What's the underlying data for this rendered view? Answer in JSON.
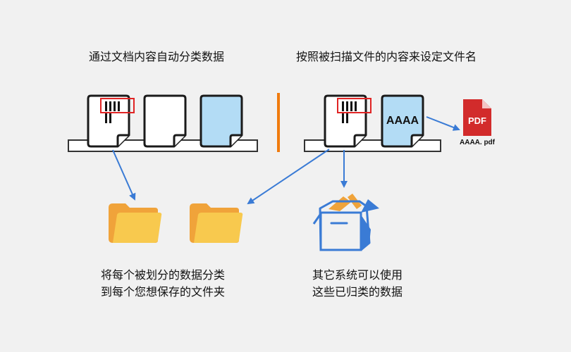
{
  "left_section": {
    "title": "通过文档内容自动分类数据",
    "documents": [
      {
        "type": "barcode",
        "fill": "#ffffff"
      },
      {
        "type": "blank",
        "fill": "#ffffff"
      },
      {
        "type": "blank",
        "fill": "#b3dcf5"
      }
    ],
    "caption_lines": [
      "将每个被划分的数据分类",
      "到每个您想保存的文件夹"
    ]
  },
  "right_section": {
    "title": "按照被扫描文件的内容来设定文件名",
    "documents": [
      {
        "type": "barcode",
        "fill": "#ffffff"
      },
      {
        "type": "text",
        "fill": "#b3dcf5",
        "text": "AAAA"
      }
    ],
    "pdf_icon": {
      "label": "PDF",
      "filename": "AAAA. pdf"
    },
    "caption_lines": [
      "其它系统可以使用",
      "这些已归类的数据"
    ]
  },
  "colors": {
    "background": "#f1f1f1",
    "divider": "#f07b0e",
    "arrow": "#3a7bd5",
    "barcode_box": "#e02424",
    "pdf_red": "#d22b2b",
    "folder_back": "#f0a33a",
    "folder_front": "#f8c94e",
    "box_blue": "#3a7bd5",
    "box_flap": "#f0a33a",
    "doc_blue": "#b3dcf5",
    "outline": "#1a1a1a"
  }
}
